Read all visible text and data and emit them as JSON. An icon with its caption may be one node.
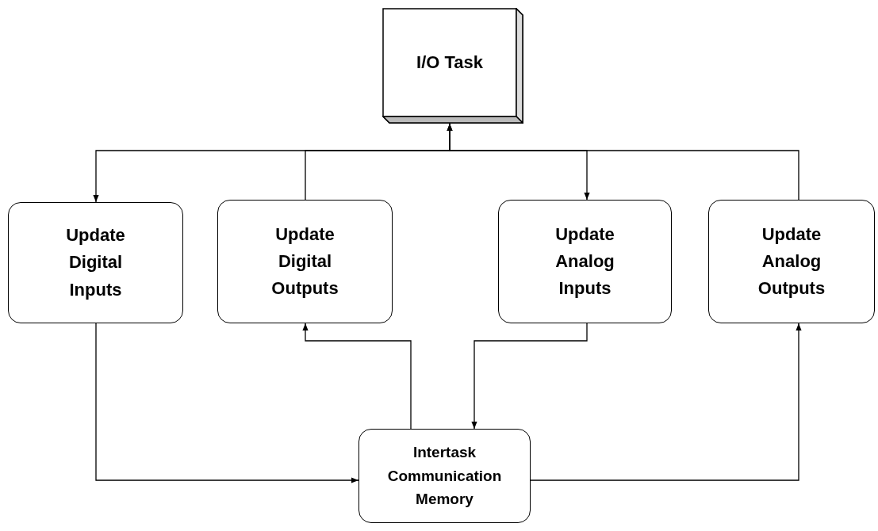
{
  "diagram": {
    "nodes": [
      {
        "text": [
          "I/O Task"
        ]
      },
      {
        "text": [
          "Update Digital Inputs"
        ]
      },
      {
        "text": [
          "Update Digital Outputs"
        ]
      },
      {
        "text": [
          "Update Analog Inputs"
        ]
      },
      {
        "text": [
          "Update Analog Outputs"
        ]
      },
      {
        "text": [
          "Intertask Communication Memory"
        ]
      }
    ],
    "edges": [
      {
        "from": 0,
        "to": 1,
        "arrow": "to"
      },
      {
        "from": 2,
        "to": 0,
        "arrow": "to"
      },
      {
        "from": 0,
        "to": 3,
        "arrow": "to"
      },
      {
        "from": 4,
        "to": 0,
        "arrow": "to"
      },
      {
        "from": 1,
        "to": 5,
        "arrow": "to"
      },
      {
        "from": 5,
        "to": 2,
        "arrow": "to"
      },
      {
        "from": 3,
        "to": 5,
        "arrow": "to"
      },
      {
        "from": 5,
        "to": 4,
        "arrow": "to"
      }
    ]
  }
}
